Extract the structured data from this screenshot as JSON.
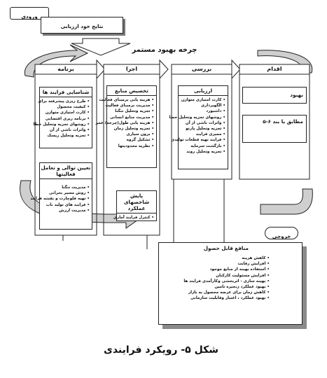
{
  "input_label": "ورودی",
  "self_evaluation_results": "نتایج خود ارزیابی",
  "cycle_title": "چرخه بهبود مستمر",
  "stages": {
    "plan": "برنامه",
    "do": "اجرا",
    "check": "بررسی",
    "act": "اقدام"
  },
  "plan_box1": {
    "title": "شناسایی فرایند ها",
    "items": [
      "طرح ریزی پیشرفته برای",
      "کیفیت محصول",
      "کارت امتیازی متوازن",
      "برنامه ریزی اقتضایی",
      "روشهای تجزیه وتحلیل خطا",
      "واثرات ناشی از آن",
      "تجزیه وتحلیل ریسک"
    ]
  },
  "plan_box2": {
    "title_line1": "تعیین توالی و تعامل",
    "title_line2": "فعالیتها",
    "items": [
      "مدیریت تنگنا",
      "روش مسیر بحرانی",
      "تهیه فلوچارت و نقشه فرایند",
      "فرایند های تولید ناب",
      "مدیریت ارزش"
    ]
  },
  "do_box1": {
    "title": "تخصیص منابع",
    "items": [
      "هزینه یابی برمبنای فعالیت",
      "مدیریت برمبنای فعالیت",
      "تجزیه وتحلیل تنگنا",
      "مدیریت منابع انسانی",
      "هزینه یابی طول(چرخه) عمر",
      "تجزیه وتحلیل زمان",
      "برون سپاری",
      "تشکیل گروه",
      "نظریه محدودیتها"
    ]
  },
  "do_box2": {
    "title_line1": "پایش شاخصهای",
    "title_line2": "عملکرد",
    "items": [
      "کنترل فرایند آماری"
    ]
  },
  "check_box": {
    "title": "ارزیابی",
    "items": [
      "کارت امتیازی متوازن",
      "الگوبرداری",
      "داشبورد",
      "روشهای تجزیه وتحلیل خطا",
      "واثرات ناشی از آن",
      "تجزیه وتحلیل پارتو",
      "ممیزی فرایند",
      "فرایند تهیه قطعات تولیدی",
      "بازگشت سرمایه",
      "تجزیه وتحلیل روند"
    ]
  },
  "act_box": {
    "improve": "بهبود",
    "compliance": "مطابق با بند ۶-۵"
  },
  "output_label": "خروجی",
  "benefits": {
    "title": "منافع قابل حصول",
    "items": [
      "کاهش هزینه",
      "افزایش رقابت",
      "استفاده بهینه از منابع موجود",
      "افزایش مسئولیت کارکنان",
      "بهینه سازی - اثربخشی وکارآمدی فرایند ها",
      "بهبود عملکرد زنجیره تامین",
      "کاهش زمان برای عرضه محصول به بازار",
      "بهبود عملکرد ، اعتبار وقابلیت سازمانی"
    ]
  },
  "caption": "شکل ۵- رویکرد فرایندی"
}
